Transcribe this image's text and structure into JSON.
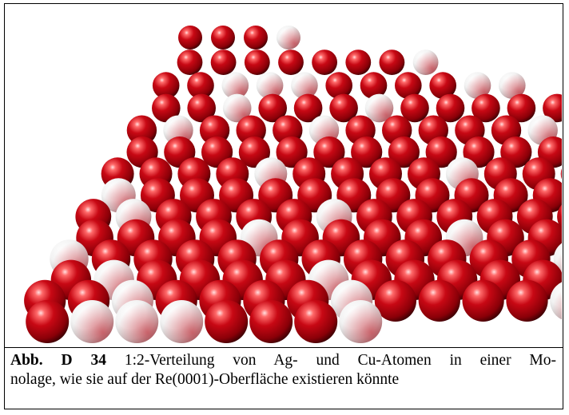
{
  "figure": {
    "image_alt": "Kugelmodell einer Monolage mit roten und weißen Atomen",
    "palette": {
      "cu_atom": "#b3000c",
      "ag_atom": "#f4f4f4"
    },
    "rows": [
      "CCCA",
      "CCCCCCCA",
      "CCAAACCCCAA",
      "CCACCCACCCCC",
      "CACCCACCCCCAC",
      "CCCCCCCCCCCCC",
      "CCCCACCCCACCC",
      "ACCCCCCCCCCCA",
      "CACCCCACCCCCC",
      "CCCCACCCCACCC",
      "ACCCCCCCCCCCA",
      "CACCCCACCCCCC",
      "CCACCCCACCCCA",
      "CAAACCCA"
    ]
  },
  "caption": {
    "label": "Abb. D 34",
    "line1": "1:2-Verteilung von Ag- und Cu-Atomen in einer Mo-",
    "line2": "nolage, wie sie auf der Re(0001)-Oberfläche existieren könnte"
  }
}
